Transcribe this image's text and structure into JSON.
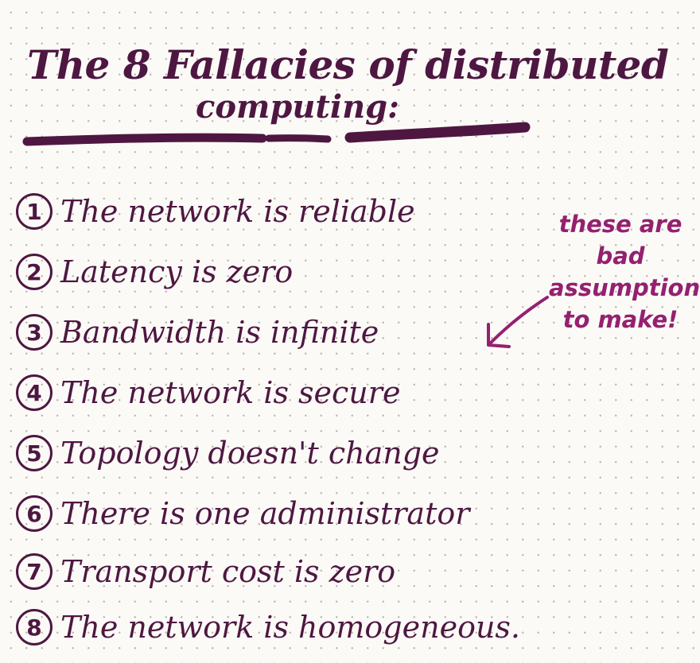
{
  "title": {
    "line1": "The 8 Fallacies of distributed",
    "line2": "computing:"
  },
  "fallacies": [
    {
      "number": "1",
      "text": "The network is reliable"
    },
    {
      "number": "2",
      "text": "Latency is zero"
    },
    {
      "number": "3",
      "text": "Bandwidth is infinite"
    },
    {
      "number": "4",
      "text": "The network is secure"
    },
    {
      "number": "5",
      "text": "Topology doesn't change"
    },
    {
      "number": "6",
      "text": "There is one administrator"
    },
    {
      "number": "7",
      "text": "Transport cost is zero"
    },
    {
      "number": "8",
      "text": "The network is homogeneous."
    }
  ],
  "side_note": {
    "lines": [
      "these are",
      "bad",
      "assumptions",
      "to make!"
    ]
  },
  "colors": {
    "ink": "#4e1741",
    "accent": "#95206f",
    "paper": "#fbfaf7",
    "dots": "#b9b6ae"
  }
}
